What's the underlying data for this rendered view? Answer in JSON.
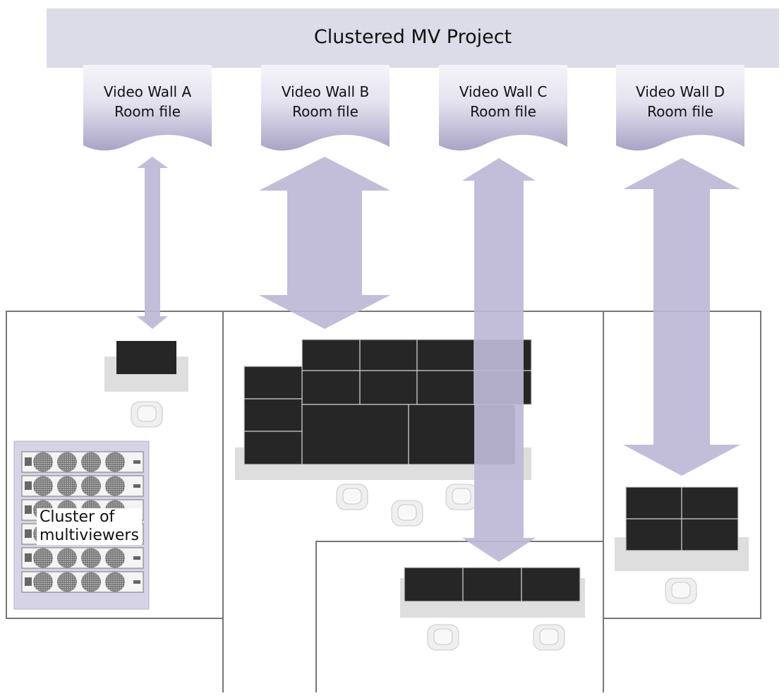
{
  "project": {
    "title": "Clustered MV Project"
  },
  "rooms": [
    {
      "line1": "Video Wall A",
      "line2": "Room file"
    },
    {
      "line1": "Video Wall B",
      "line2": "Room file"
    },
    {
      "line1": "Video Wall C",
      "line2": "Room file"
    },
    {
      "line1": "Video Wall D",
      "line2": "Room file"
    }
  ],
  "cluster": {
    "line1": "Cluster of",
    "line2": "multiviewers"
  },
  "colors": {
    "project_banner": "#dcdbe8",
    "room_file_top": "#f2f1f7",
    "room_file_bottom": "#b0aacb",
    "arrow": "#bdb8d6",
    "floor_walls": "#777777",
    "screen": "#262626",
    "desk": "#dedede",
    "chair": "#eeeeee"
  }
}
